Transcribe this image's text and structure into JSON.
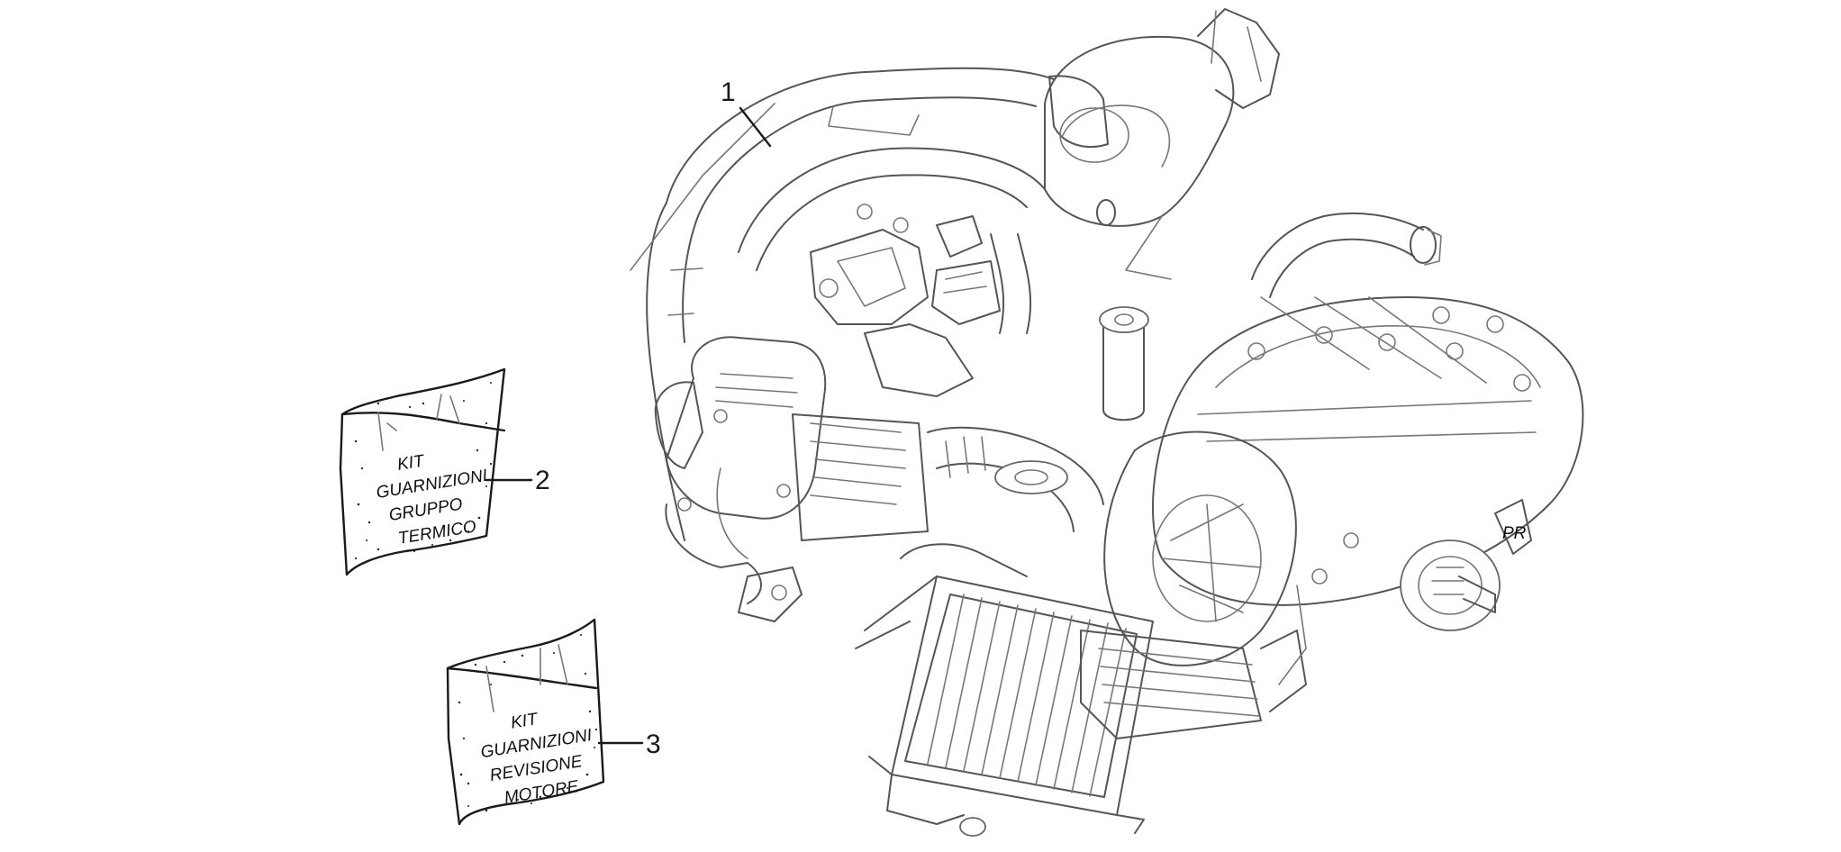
{
  "callouts": [
    {
      "number": "1",
      "part": "engine-assembly"
    },
    {
      "number": "2",
      "part": "kit-bag-cylinder"
    },
    {
      "number": "3",
      "part": "kit-bag-overhaul"
    }
  ],
  "kits": [
    {
      "lines": [
        "KIT",
        "GUARNIZIONI",
        "GRUPPO",
        "TERMICO"
      ]
    },
    {
      "lines": [
        "KIT",
        "GUARNIZIONI",
        "REVISIONE",
        "MOTORE"
      ]
    }
  ],
  "watermark": "PR"
}
